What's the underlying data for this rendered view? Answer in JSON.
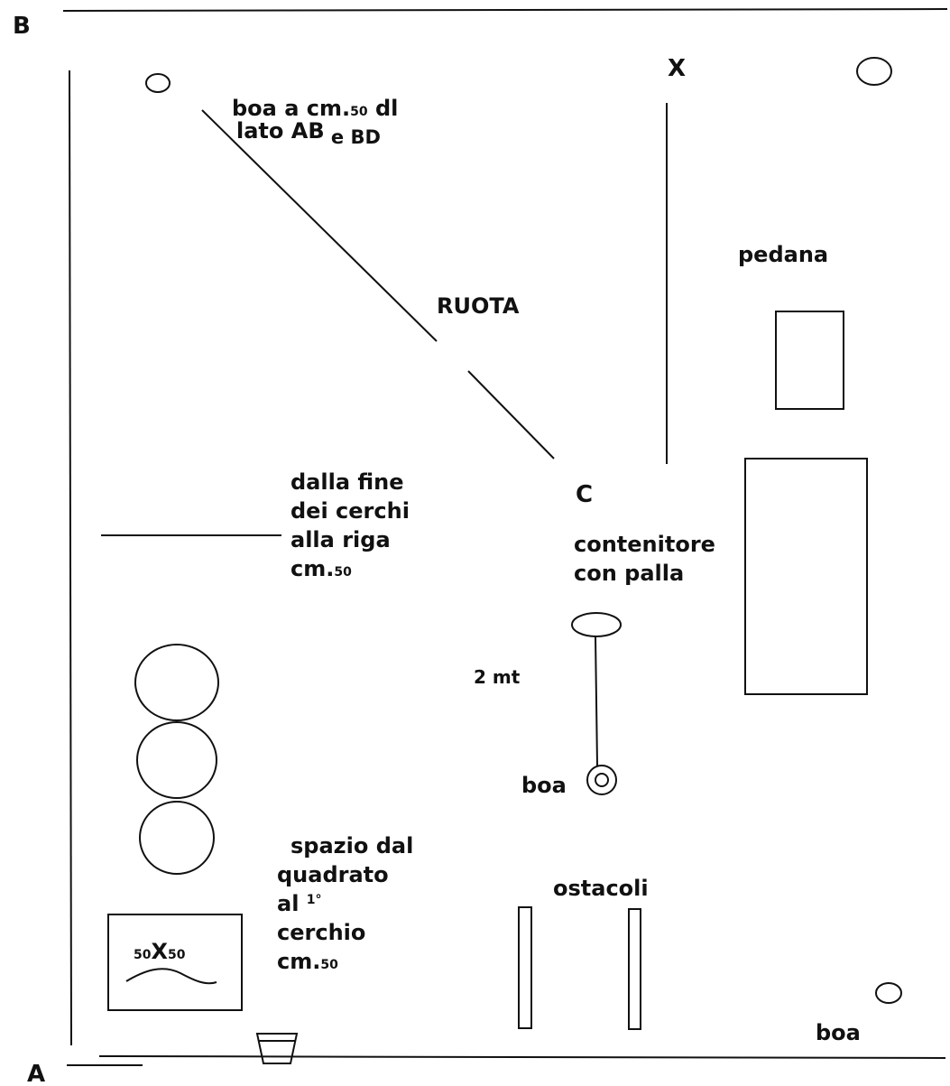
{
  "corners": {
    "b": "B",
    "a": "A",
    "x": "X",
    "c": "C"
  },
  "labels": {
    "boa_note_line1_prefix": "boa a cm.",
    "boa_note_line1_num": "50",
    "boa_note_line1_suffix": " dl",
    "boa_note_line2_main": "lato AB",
    "boa_note_line2_suffix": " e BD",
    "ruota": "RUOTA",
    "pedana": "pedana",
    "dalla_1": "dalla fine",
    "dalla_2": "dei cerchi",
    "dalla_3": "alla riga",
    "dalla_4_prefix": "cm.",
    "dalla_4_num": "50",
    "contenitore_1": "contenitore",
    "contenitore_2": "con palla",
    "due_mt": "2 mt",
    "boa_mid": "boa",
    "spazio_1": "spazio dal",
    "spazio_2": "quadrato",
    "spazio_3_prefix": "al ",
    "spazio_3_sup": "1°",
    "spazio_4": "cerchio",
    "spazio_5_prefix": "cm.",
    "spazio_5_num": "50",
    "ostacoli": "ostacoli",
    "square_a": "50",
    "square_x": "X",
    "square_b": "50",
    "boa_bottom": "boa"
  }
}
